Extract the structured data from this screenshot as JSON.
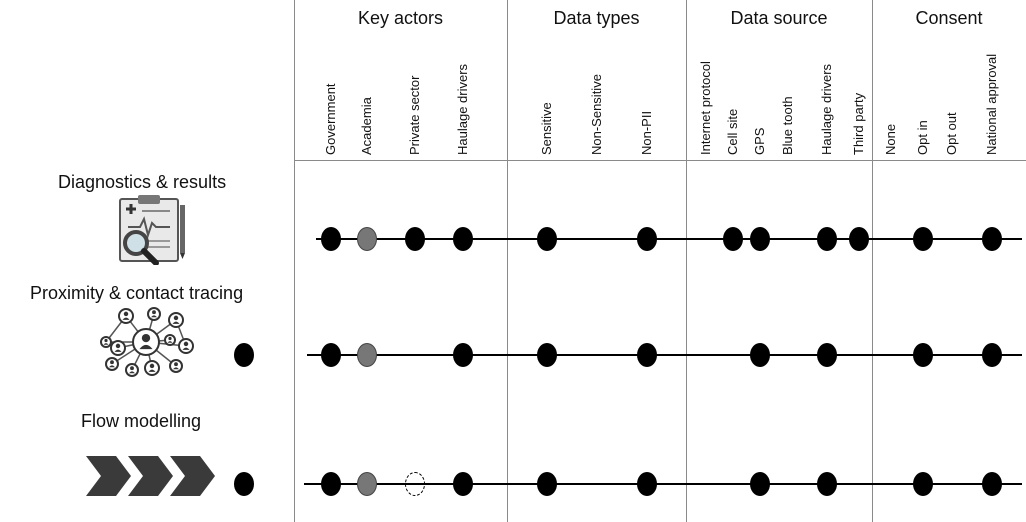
{
  "groups": [
    {
      "title": "Key actors",
      "columns": [
        "Government",
        "Academia",
        "Private sector",
        "Haulage drivers"
      ]
    },
    {
      "title": "Data types",
      "columns": [
        "Sensitive",
        "Non-Sensitive",
        "Non-PII"
      ]
    },
    {
      "title": "Data source",
      "columns": [
        "Internet protocol",
        "Cell site",
        "GPS",
        "Blue tooth",
        "Haulage drivers",
        "Third party"
      ]
    },
    {
      "title": "Consent",
      "columns": [
        "None",
        "Opt in",
        "Opt out",
        "National approval"
      ]
    }
  ],
  "rows": [
    {
      "label": "Diagnostics & results",
      "icon": "clipboard-magnifier-icon",
      "marks": {
        "Government": "filled",
        "Academia": "partial",
        "Private sector": "filled",
        "Haulage drivers": "filled",
        "Sensitive": "filled",
        "Non-PII": "filled",
        "Cell site": "filled",
        "GPS": "filled",
        "Haulage drivers (source)": "filled",
        "Third party": "filled",
        "Opt in": "filled",
        "National approval": "filled"
      }
    },
    {
      "label": "Proximity & contact tracing",
      "icon": "contact-network-icon",
      "marks": {
        "Government": "filled",
        "Academia": "partial",
        "Haulage drivers": "filled",
        "Sensitive": "filled",
        "Non-PII": "filled",
        "GPS": "filled",
        "Haulage drivers (source)": "filled",
        "Opt in": "filled",
        "National approval": "filled"
      }
    },
    {
      "label": "Flow modelling",
      "icon": "chevron-arrows-icon",
      "marks": {
        "Government": "filled",
        "Academia": "partial",
        "Private sector": "planned",
        "Haulage drivers": "filled",
        "Sensitive": "filled",
        "Non-PII": "filled",
        "GPS": "filled",
        "Haulage drivers (source)": "filled",
        "Opt in": "filled",
        "National approval": "filled"
      }
    }
  ],
  "colors": {
    "filled": "#000000",
    "partial": "#777777",
    "line": "#000000",
    "grid": "#8a8a8a"
  }
}
